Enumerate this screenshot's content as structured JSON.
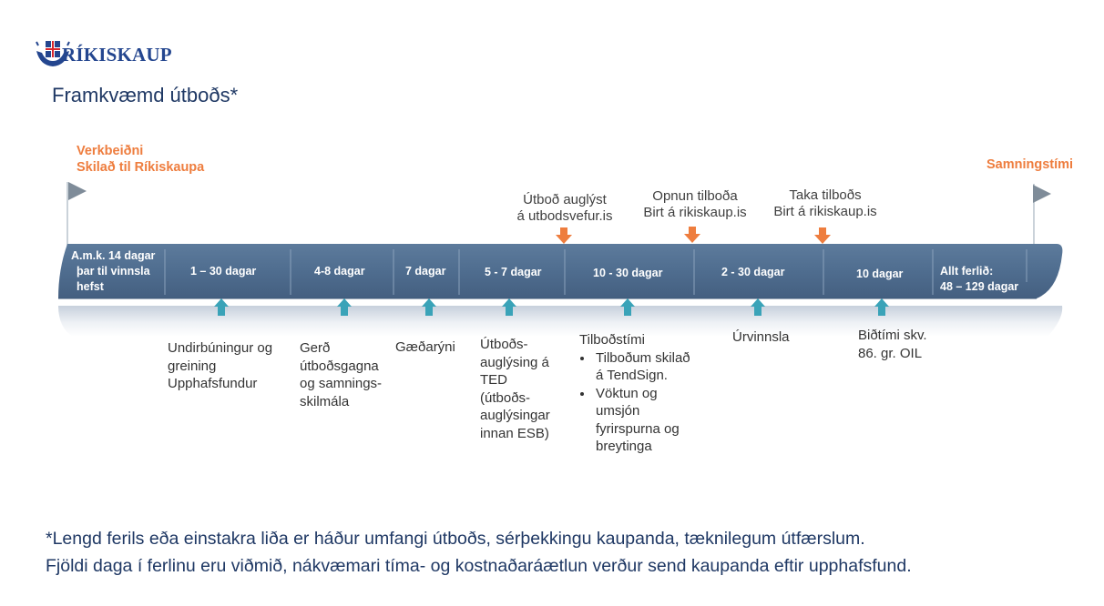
{
  "brand": {
    "name": "RÍKISKAUP"
  },
  "page": {
    "title": "Framkvæmd útboðs*"
  },
  "start": {
    "line1": "Verkbeiðni",
    "line2": "Skilað til Ríkiskaupa"
  },
  "end": {
    "label": "Samningstími"
  },
  "top_events": [
    {
      "line1": "Útboð auglýst",
      "line2": "á utbodsvefur.is"
    },
    {
      "line1": "Opnun tilboða",
      "line2": "Birt á rikiskaup.is"
    },
    {
      "line1": "Taka tilboðs",
      "line2": "Birt á rikiskaup.is"
    }
  ],
  "segments": [
    {
      "line1": "A.m.k. 14 dagar",
      "line2": "þar til vinnsla",
      "line3": "hefst"
    },
    {
      "line1": "1 – 30 dagar"
    },
    {
      "line1": "4-8 dagar"
    },
    {
      "line1": "7 dagar"
    },
    {
      "line1": "5 - 7 dagar"
    },
    {
      "line1": "10 - 30 dagar"
    },
    {
      "line1": "2 - 30 dagar"
    },
    {
      "line1": "10 dagar"
    },
    {
      "line1": "Allt ferlið:",
      "line2": "48 – 129 dagar"
    }
  ],
  "phases": [
    {
      "lines": [
        "Undirbúningur og",
        "greining",
        "Upphafsfundur"
      ]
    },
    {
      "lines": [
        "Gerð",
        "útboðsgagna",
        "og samnings-",
        "skilmála"
      ]
    },
    {
      "lines": [
        "Gæðarýni"
      ]
    },
    {
      "lines": [
        "Útboðs-",
        "auglýsing á",
        "TED",
        "(útboðs-",
        "auglýsingar",
        "innan ESB)"
      ]
    },
    {
      "title": "Tilboðstími",
      "bullets": [
        "Tilboðum skilað á TendSign.",
        "Vöktun og umsjón fyrirspurna og breytinga"
      ]
    },
    {
      "lines": [
        "Úrvinnsla"
      ]
    },
    {
      "lines": [
        "Biðtími skv.",
        "86. gr. OIL"
      ]
    }
  ],
  "footnote": {
    "line1": "*Lengd ferils eða einstakra liða er háður umfangi útboðs, sérþekkingu kaupanda,  tæknilegum útfærslum.",
    "line2": "Fjöldi daga í ferlinu eru viðmið, nákvæmari tíma- og kostnaðaráætlun verður send kaupanda eftir upphafsfund."
  },
  "colors": {
    "band": "#4f6d8f",
    "band_dark": "#3c5677",
    "accent_orange": "#ee7d3e",
    "arrow_teal": "#3aa3b8",
    "title_blue": "#1f3864"
  }
}
